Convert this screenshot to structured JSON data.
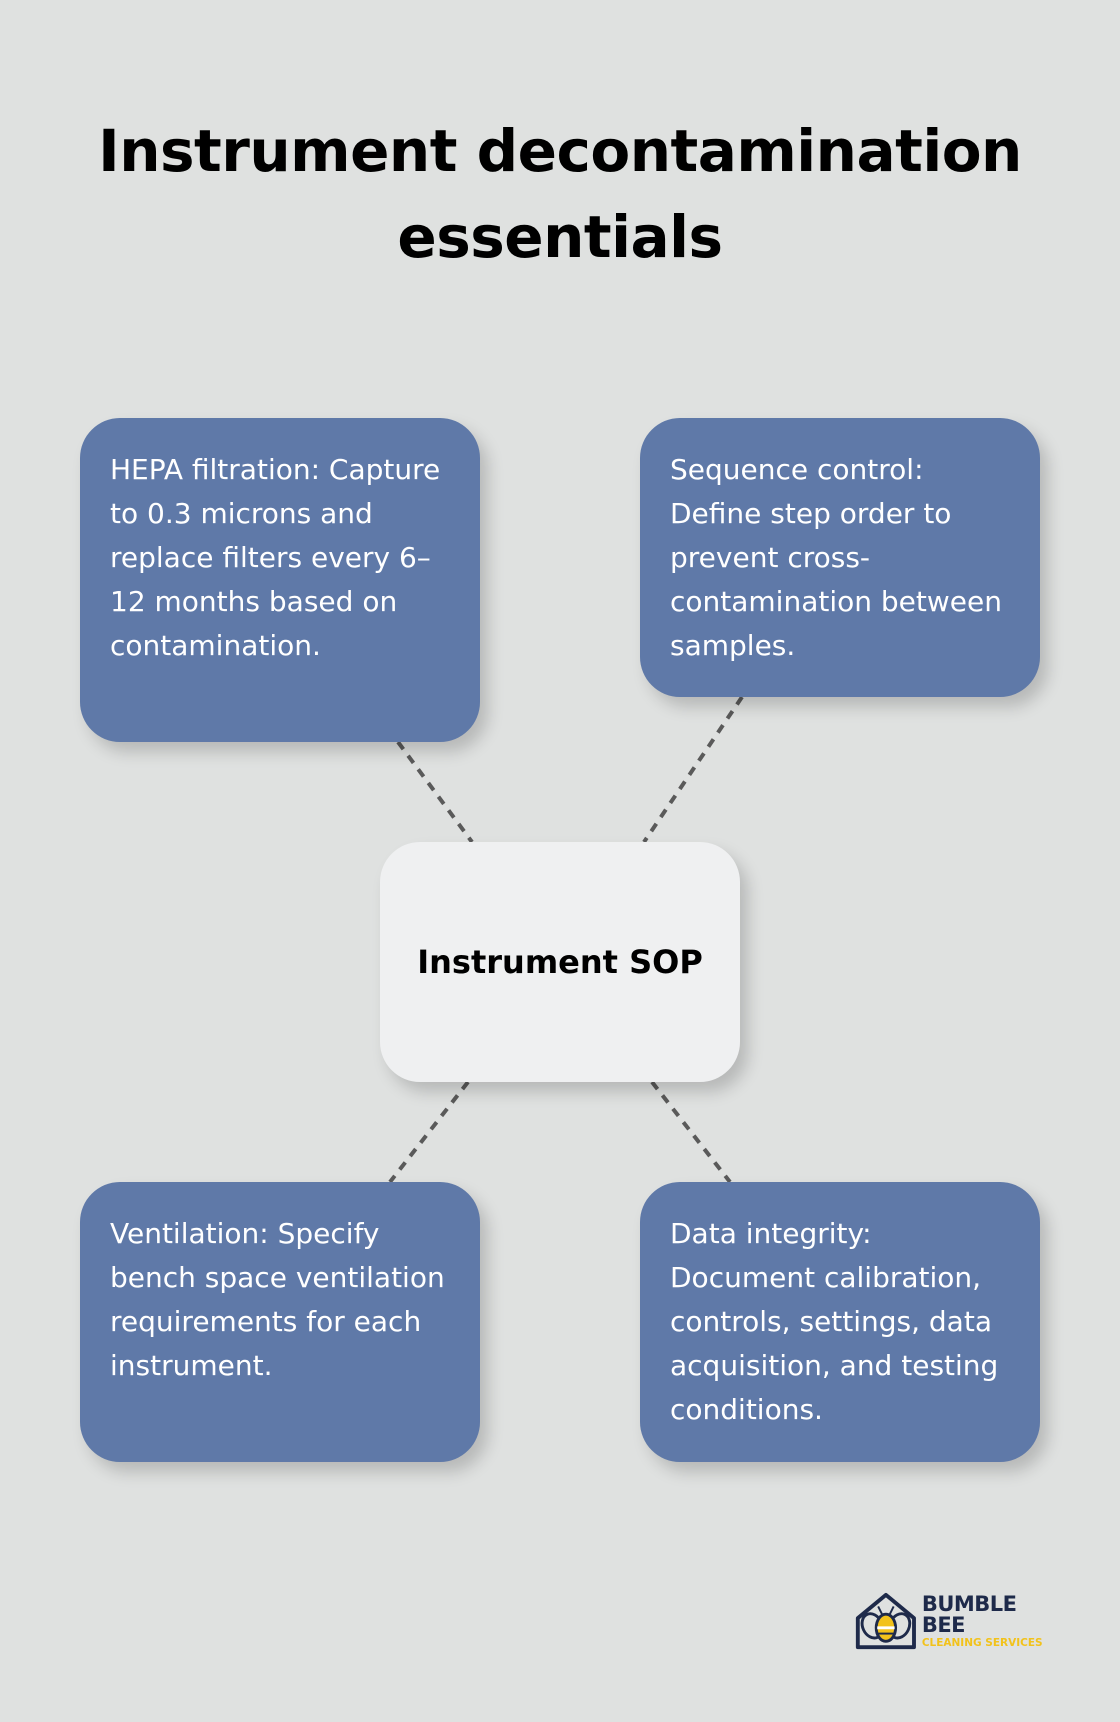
{
  "title": "Instrument decontamination essentials",
  "center_node": {
    "label": "Instrument SOP"
  },
  "nodes": [
    {
      "position": "top-left",
      "text": "HEPA filtration: Capture to 0.3 microns and replace filters every 6–12 months based on contamination."
    },
    {
      "position": "top-right",
      "text": "Sequence control: Define step order to prevent cross-contamination between samples."
    },
    {
      "position": "bottom-left",
      "text": "Ventilation: Specify bench space ventilation requirements for each instrument."
    },
    {
      "position": "bottom-right",
      "text": "Data integrity: Document calibration, controls, settings, data acquisition, and testing conditions."
    }
  ],
  "colors": {
    "background": "#dfe1e0",
    "node_fill": "#5f79a8",
    "center_fill": "#eff0f1",
    "connector": "#5a5a5a",
    "logo_navy": "#1e2a4a",
    "logo_yellow": "#f2c21b"
  },
  "logo": {
    "icon": "bee-house-icon",
    "name": "BUMBLE BEE",
    "subtitle": "CLEANING SERVICES"
  }
}
